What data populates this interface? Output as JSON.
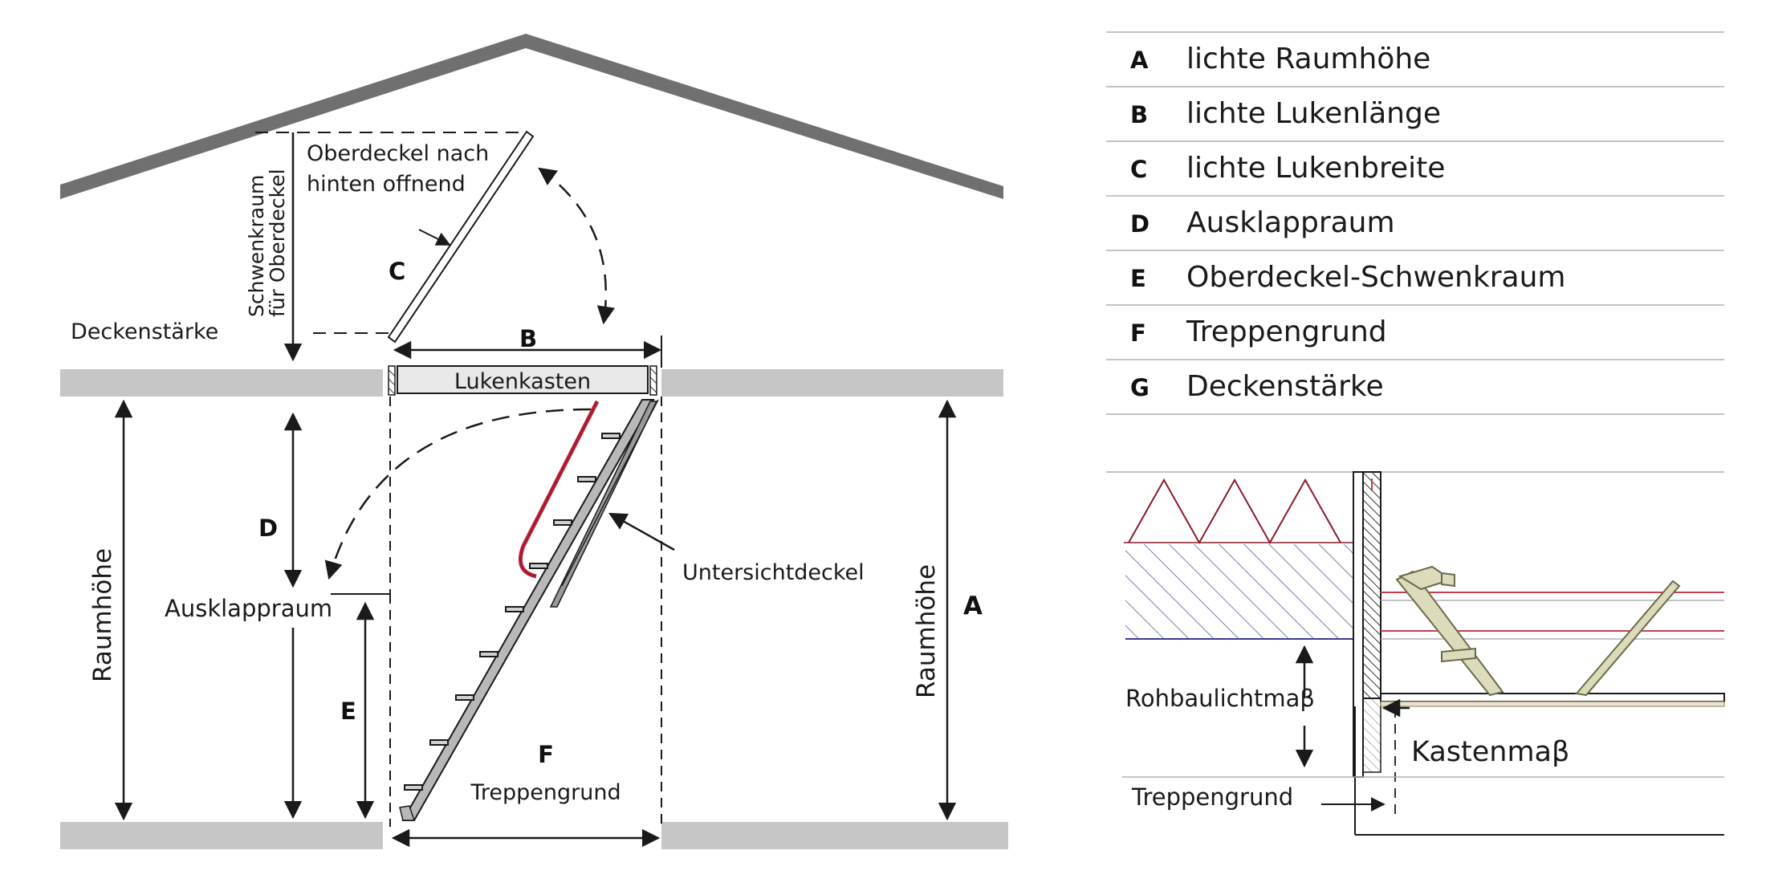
{
  "colors": {
    "roof": "#707070",
    "slab": "#c6c6c6",
    "line": "#1a1a1a",
    "handrail": "#c0203a",
    "insulation_lines": "#8a1a2a",
    "hatch_lines": "#5a5a9a",
    "ladder_detail": "#8a9060",
    "ceiling_line": "#c04050",
    "separator": "#b0b0b0"
  },
  "left_diagram": {
    "label_lid_swing": "Oberdeckel nach",
    "label_lid_swing_2": "hinten offnend",
    "label_schwenkraum": "Schwenkraum",
    "label_schwenkraum_2": "für Oberdeckel",
    "label_deckenstaerke": "Deckenstärke",
    "label_C": "C",
    "label_B": "B",
    "label_lukenkasten": "Lukenkasten",
    "label_D": "D",
    "label_ausklappraum": "Ausklappraum",
    "label_E": "E",
    "label_F": "F",
    "label_treppengrund": "Treppengrund",
    "label_untersichtdeckel": "Untersichtdeckel",
    "label_raumhoehe_left": "Raumhöhe",
    "label_raumhoehe_right": "Raumhöhe",
    "label_A": "A"
  },
  "legend": [
    {
      "key": "A",
      "text": "lichte Raumhöhe"
    },
    {
      "key": "B",
      "text": "lichte Lukenlänge"
    },
    {
      "key": "C",
      "text": "lichte Lukenbreite"
    },
    {
      "key": "D",
      "text": "Ausklappraum"
    },
    {
      "key": "E",
      "text": "Oberdeckel-Schwenkraum"
    },
    {
      "key": "F",
      "text": "Treppengrund"
    },
    {
      "key": "G",
      "text": "Deckenstärke"
    }
  ],
  "detail_diagram": {
    "label_rohbau": "Rohbaulichtmaβ",
    "label_kasten": "Kastenmaβ",
    "label_treppengrund": "Treppengrund"
  }
}
